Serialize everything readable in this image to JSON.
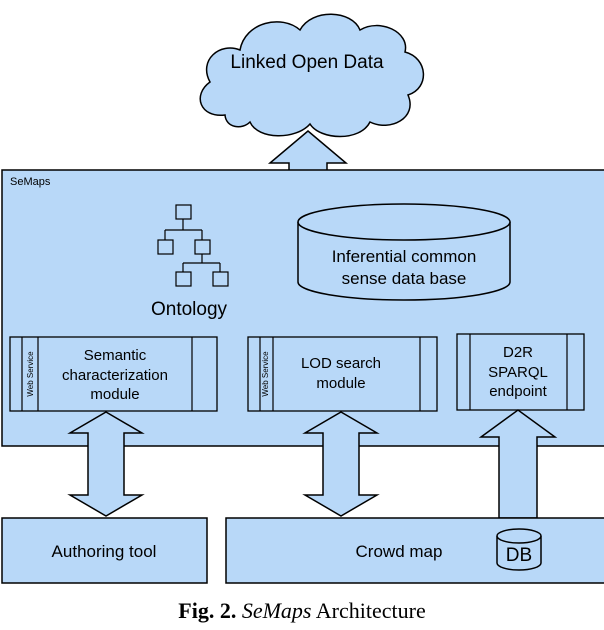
{
  "diagram": {
    "cloud_label": "Linked Open Data",
    "container_label": "SeMaps",
    "ontology_label": "Ontology",
    "database_label_line1": "Inferential common",
    "database_label_line2": "sense data base",
    "modules": [
      {
        "side_label": "Web Service",
        "lines": [
          "Semantic",
          "characterization",
          "module"
        ]
      },
      {
        "side_label": "Web Service",
        "lines": [
          "LOD search",
          "module"
        ]
      },
      {
        "side_label": "",
        "lines": [
          "D2R",
          "SPARQL",
          "endpoint"
        ]
      }
    ],
    "authoring_tool_label": "Authoring tool",
    "crowd_map_label": "Crowd map",
    "db_label": "DB",
    "colors": {
      "fill": "#b8d8f8",
      "stroke": "#000000"
    }
  },
  "caption": {
    "fig": "Fig. 2.",
    "name": "SeMaps",
    "rest": "Architecture"
  }
}
